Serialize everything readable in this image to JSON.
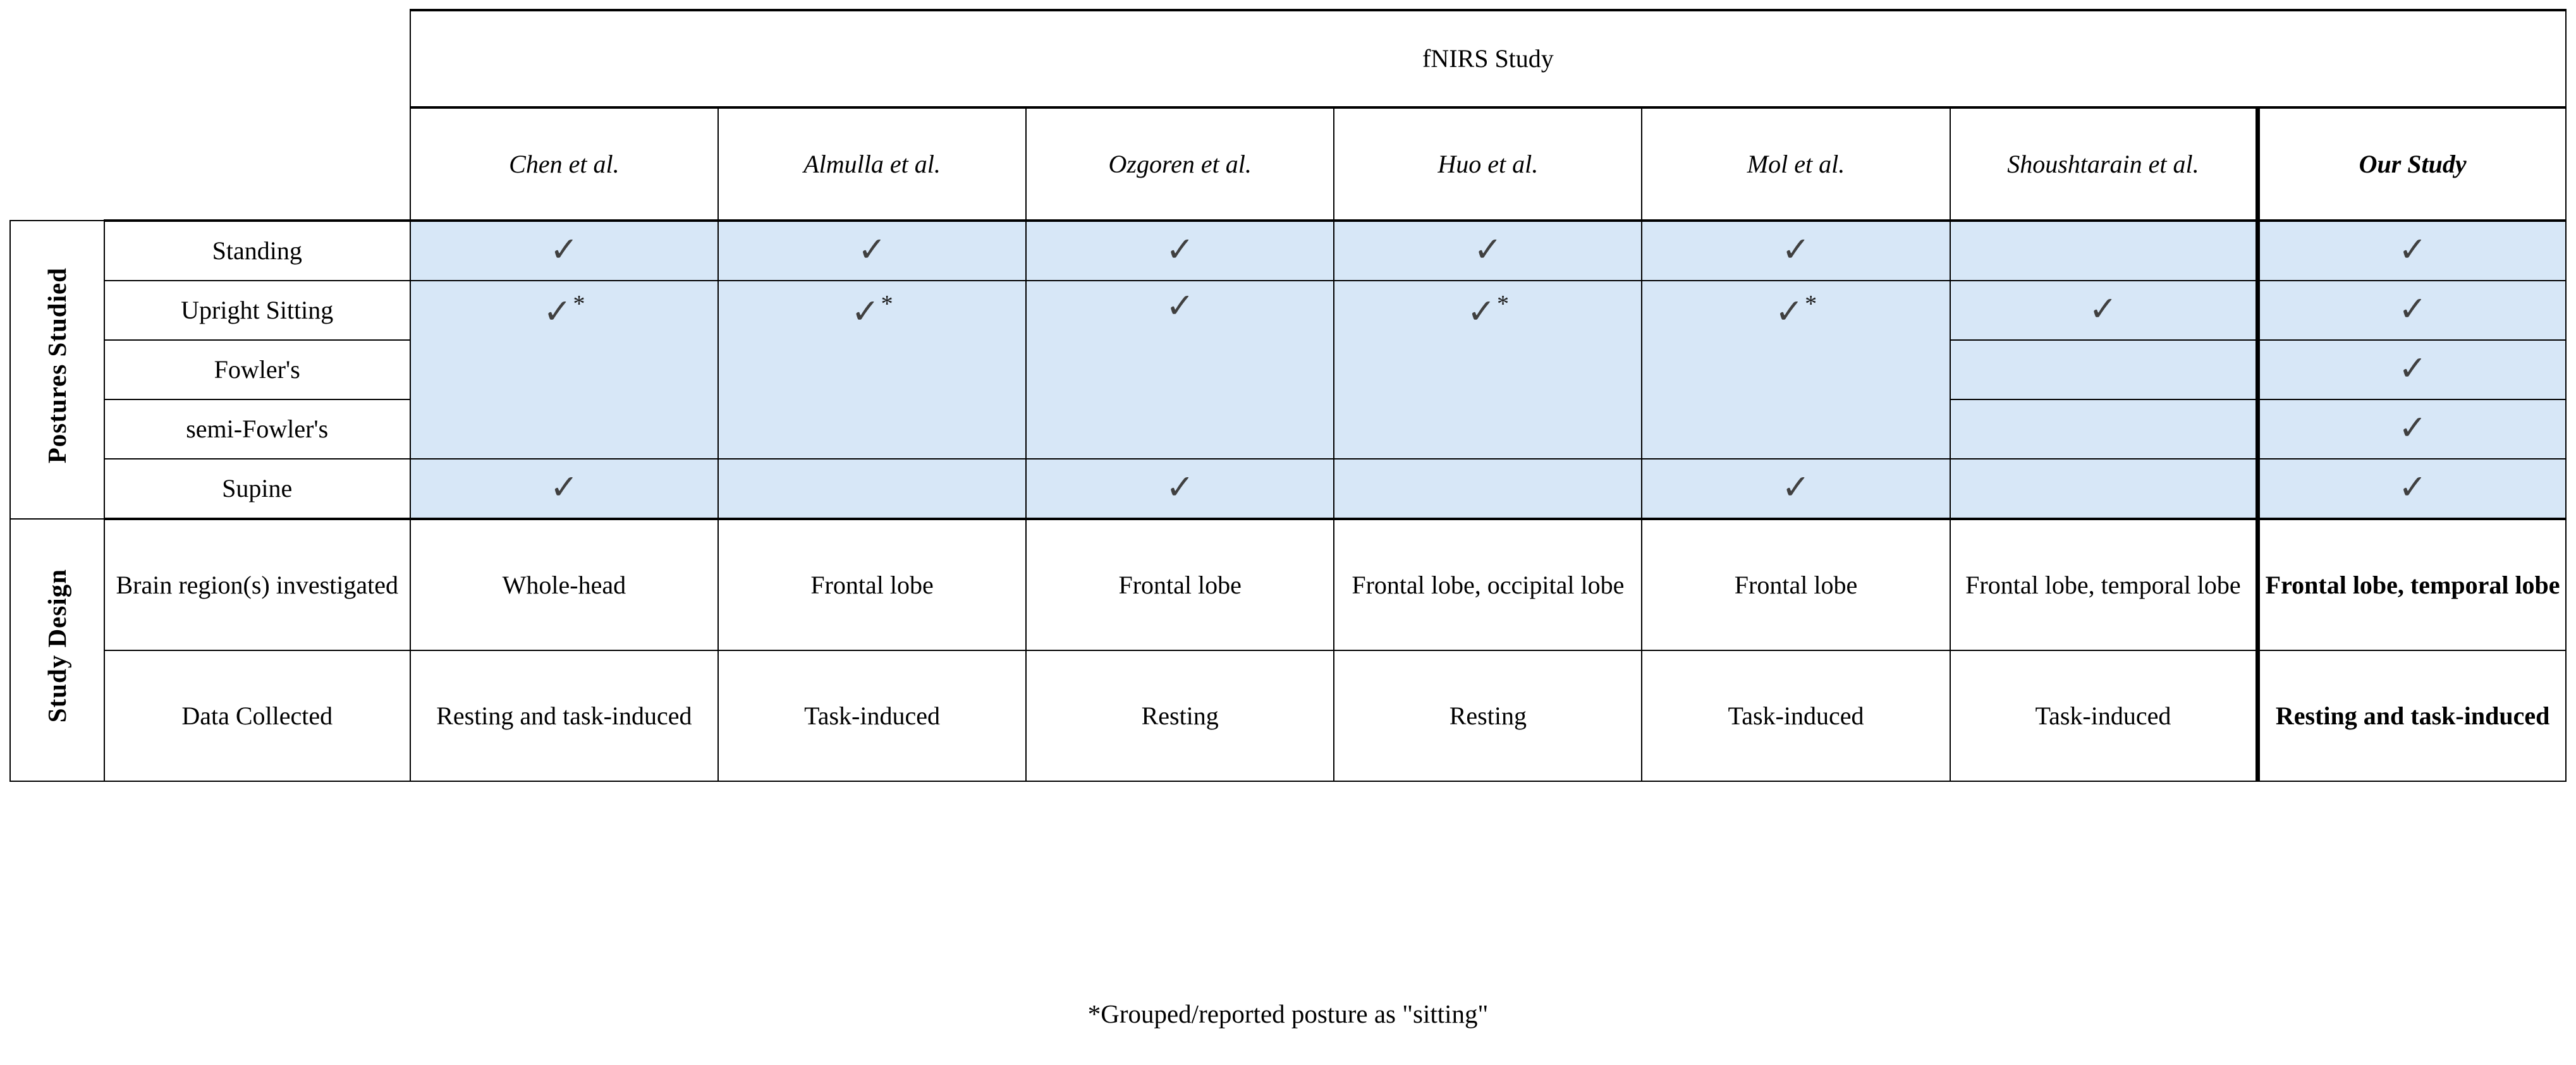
{
  "table": {
    "group_header": "fNIRS Study",
    "study_columns": [
      {
        "label": "Chen et al.",
        "emphasis": "italic"
      },
      {
        "label": "Almulla et al.",
        "emphasis": "italic"
      },
      {
        "label": "Ozgoren et al.",
        "emphasis": "italic"
      },
      {
        "label": "Huo et al.",
        "emphasis": "italic"
      },
      {
        "label": "Mol et al.",
        "emphasis": "italic"
      },
      {
        "label": "Shoushtarain et al.",
        "emphasis": "italic"
      },
      {
        "label": "Our Study",
        "emphasis": "bold-italic"
      }
    ],
    "sections": [
      {
        "rotated_label": "Postures Studied",
        "rows": [
          {
            "label": "Standing",
            "cells": [
              "check",
              "check",
              "check",
              "check",
              "check",
              "",
              "check"
            ]
          },
          {
            "label": "Upright Sitting",
            "cells": [
              "check-star",
              "check-star",
              "check",
              "check-star",
              "check-star",
              "check",
              "check"
            ]
          },
          {
            "label": "Fowler's",
            "cells": [
              "",
              "",
              "",
              "",
              "",
              "",
              "check"
            ]
          },
          {
            "label": "semi-Fowler's",
            "cells": [
              "",
              "",
              "",
              "",
              "",
              "",
              "check"
            ]
          },
          {
            "label": "Supine",
            "cells": [
              "check",
              "",
              "check",
              "",
              "check",
              "",
              "check"
            ]
          }
        ]
      },
      {
        "rotated_label": "Study Design",
        "rows": [
          {
            "label": "Brain region(s) investigated",
            "cells": [
              "Whole-head",
              "Frontal lobe",
              "Frontal lobe",
              "Frontal lobe, occipital lobe",
              "Frontal lobe",
              "Frontal lobe, temporal lobe",
              "Frontal lobe, temporal lobe"
            ]
          },
          {
            "label": "Data Collected",
            "cells": [
              "Resting and task-induced",
              "Task-induced",
              "Resting",
              "Resting",
              "Task-induced",
              "Task-induced",
              "Resting and task-induced"
            ]
          }
        ]
      }
    ],
    "check_glyph": "✓",
    "star_glyph": "*"
  },
  "footnote": "*Grouped/reported posture as \"sitting\"",
  "colors": {
    "shading": "#d7e7f7",
    "border": "#000000",
    "check": "#404040"
  }
}
